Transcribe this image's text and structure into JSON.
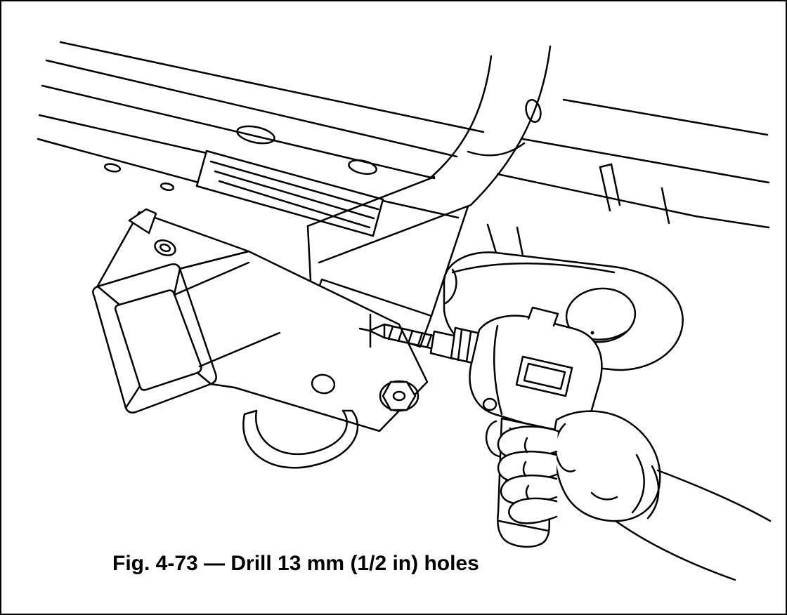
{
  "figure": {
    "caption": "Fig. 4-73 — Drill 13 mm (1/2 in) holes"
  },
  "colors": {
    "line": "#000000",
    "background": "#ffffff"
  },
  "illustration": {
    "parts": [
      "vehicle-frame-rails",
      "frame-crossmember",
      "curved-frame-rail",
      "hitch-bracket",
      "tow-hook",
      "tow-loop-bracket",
      "drill-bit",
      "air-drill",
      "installer-hand-and-arm"
    ]
  }
}
